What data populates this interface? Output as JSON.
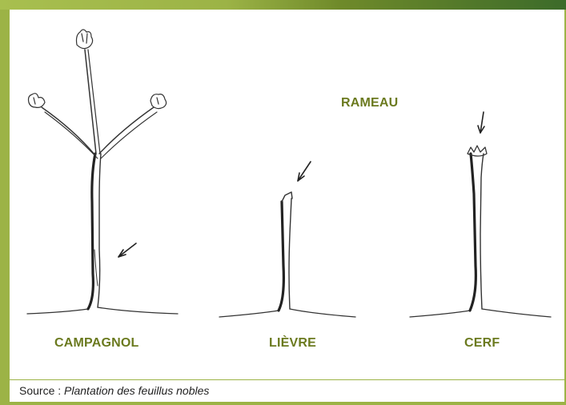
{
  "labels": {
    "rameau": "RAMEAU",
    "campagnol": "CAMPAGNOL",
    "lievre": "LIÈVRE",
    "cerf": "CERF"
  },
  "source": {
    "prefix": "Source : ",
    "title": "Plantation des feuillus nobles"
  },
  "colors": {
    "frame": "#9cb346",
    "label": "#6b7a1f"
  }
}
